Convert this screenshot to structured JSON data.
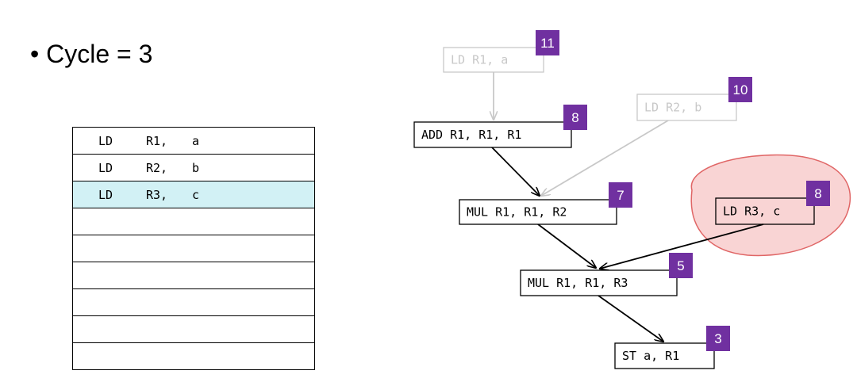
{
  "slide": {
    "bullet": "• Cycle = 3"
  },
  "schedule": [
    {
      "op": "LD",
      "arg1": "R1,",
      "arg2": "a",
      "highlighted": false
    },
    {
      "op": "LD",
      "arg1": "R2,",
      "arg2": "b",
      "highlighted": false
    },
    {
      "op": "LD",
      "arg1": "R3,",
      "arg2": "c",
      "highlighted": true
    },
    {
      "op": "",
      "arg1": "",
      "arg2": "",
      "highlighted": false
    },
    {
      "op": "",
      "arg1": "",
      "arg2": "",
      "highlighted": false
    },
    {
      "op": "",
      "arg1": "",
      "arg2": "",
      "highlighted": false
    },
    {
      "op": "",
      "arg1": "",
      "arg2": "",
      "highlighted": false
    },
    {
      "op": "",
      "arg1": "",
      "arg2": "",
      "highlighted": false
    },
    {
      "op": "",
      "arg1": "",
      "arg2": "",
      "highlighted": false
    }
  ],
  "dag": {
    "nodes": [
      {
        "id": "ld-r1",
        "label": "LD  R1, a",
        "priority": "11",
        "state": "scheduled"
      },
      {
        "id": "ld-r2",
        "label": "LD  R2, b",
        "priority": "10",
        "state": "scheduled"
      },
      {
        "id": "add",
        "label": "ADD  R1, R1, R1",
        "priority": "8",
        "state": "pending"
      },
      {
        "id": "mul-r2",
        "label": "MUL  R1, R1, R2",
        "priority": "7",
        "state": "pending"
      },
      {
        "id": "ld-r3",
        "label": "LD  R3, c",
        "priority": "8",
        "state": "current"
      },
      {
        "id": "mul-r3",
        "label": "MUL  R1, R1, R3",
        "priority": "5",
        "state": "pending"
      },
      {
        "id": "st",
        "label": "ST  a, R1",
        "priority": "3",
        "state": "pending"
      }
    ],
    "edges": [
      {
        "from": "ld-r1",
        "to": "add",
        "state": "scheduled"
      },
      {
        "from": "ld-r2",
        "to": "mul-r2",
        "state": "scheduled"
      },
      {
        "from": "add",
        "to": "mul-r2",
        "state": "pending"
      },
      {
        "from": "mul-r2",
        "to": "mul-r3",
        "state": "pending"
      },
      {
        "from": "ld-r3",
        "to": "mul-r3",
        "state": "pending"
      },
      {
        "from": "mul-r3",
        "to": "st",
        "state": "pending"
      }
    ]
  },
  "colors": {
    "badge": "#7030a0",
    "scheduled": "#c8c8c8",
    "pending": "#000000",
    "highlight_row": "#d2f1f5",
    "circle_fill": "#f9d4d4",
    "circle_stroke": "#e06666"
  }
}
